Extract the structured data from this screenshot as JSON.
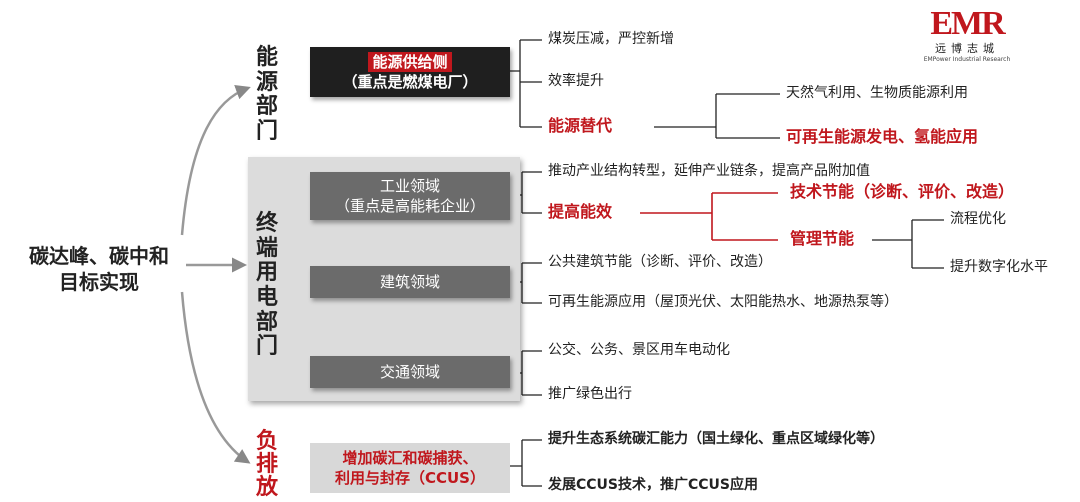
{
  "brand": {
    "logo_text": "EMR",
    "name_cn": "远博志城",
    "name_en": "EMPower Industrial Research",
    "colors": {
      "primary": "#c0171d",
      "dark": "#1f1f1f",
      "gray_box": "#6b6b6b",
      "panel": "#dcdcdc"
    }
  },
  "root": {
    "line1": "碳达峰、碳中和",
    "line2": "目标实现"
  },
  "sections": {
    "energy": {
      "chars": [
        "能",
        "源",
        "部",
        "门"
      ]
    },
    "terminal": {
      "chars": [
        "终",
        "端",
        "用",
        "电",
        "部",
        "门"
      ]
    },
    "negative": {
      "chars": [
        "负",
        "排",
        "放"
      ]
    }
  },
  "boxes": {
    "supply": {
      "line1": "能源供给侧",
      "line2": "（重点是燃煤电厂）"
    },
    "industry": {
      "line1": "工业领域",
      "line2": "（重点是高能耗企业）"
    },
    "building": {
      "label": "建筑领域"
    },
    "transport": {
      "label": "交通领域"
    },
    "sink": {
      "line1": "增加碳汇和碳捕获、",
      "line2": "利用与封存（CCUS）"
    }
  },
  "supply_items": {
    "coal": "煤炭压减，严控新增",
    "efficiency": "效率提升",
    "substitute": "能源替代",
    "gas_bio": "天然气利用、生物质能源利用",
    "renewable_h2": "可再生能源发电、氢能应用"
  },
  "industry_items": {
    "structure": "推动产业结构转型，延伸产业链条，提高产品附加值",
    "raise_eff": "提高能效",
    "tech_saving": "技术节能（诊断、评价、改造）",
    "mgmt_saving": "管理节能",
    "process_opt": "流程优化",
    "digital": "提升数字化水平"
  },
  "building_items": {
    "public": "公共建筑节能（诊断、评价、改造）",
    "renewable": "可再生能源应用（屋顶光伏、太阳能热水、地源热泵等）"
  },
  "transport_items": {
    "ev": "公交、公务、景区用车电动化",
    "green": "推广绿色出行"
  },
  "sink_items": {
    "eco": "提升生态系统碳汇能力（国土绿化、重点区域绿化等）",
    "ccus": "发展CCUS技术，推广CCUS应用"
  }
}
